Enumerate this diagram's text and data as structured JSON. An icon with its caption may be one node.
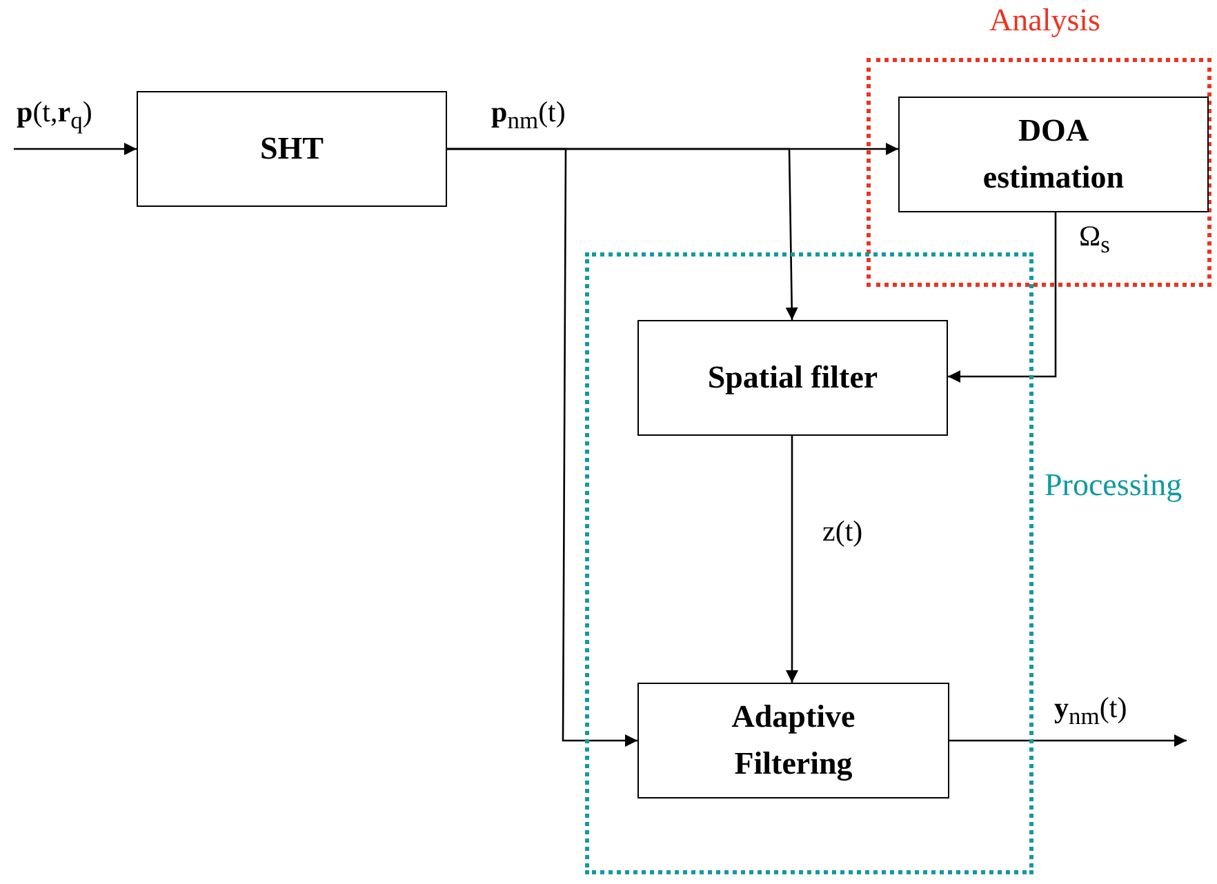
{
  "diagram": {
    "nodes": [
      {
        "text": [
          "Analysis"
        ]
      },
      {
        "text": [
          "Processing"
        ]
      },
      {
        "text": [
          "SHT"
        ]
      },
      {
        "text": [
          "DOA estimation"
        ],
        "in": 0
      },
      {
        "text": [
          "Spatial filter"
        ],
        "in": 1
      },
      {
        "text": [
          "Adaptive Filtering"
        ],
        "in": 1
      }
    ],
    "edges": [
      {
        "from": null,
        "to": 2,
        "arrow": "to",
        "label": "**p**(t,**r**$_{q}$)"
      },
      {
        "from": 2,
        "to": 3,
        "arrow": "to",
        "label": "**p**$_{nm}$(t)"
      },
      {
        "from": 2,
        "to": 4,
        "arrow": "to"
      },
      {
        "from": 2,
        "to": 5,
        "arrow": "to"
      },
      {
        "from": 3,
        "to": 4,
        "arrow": "to",
        "label": "Ω$_{s}$"
      },
      {
        "from": 4,
        "to": 5,
        "arrow": "to",
        "label": "z(t)"
      },
      {
        "from": 5,
        "to": null,
        "arrow": "to",
        "label": "**y**$_{nm}$(t)"
      }
    ]
  }
}
